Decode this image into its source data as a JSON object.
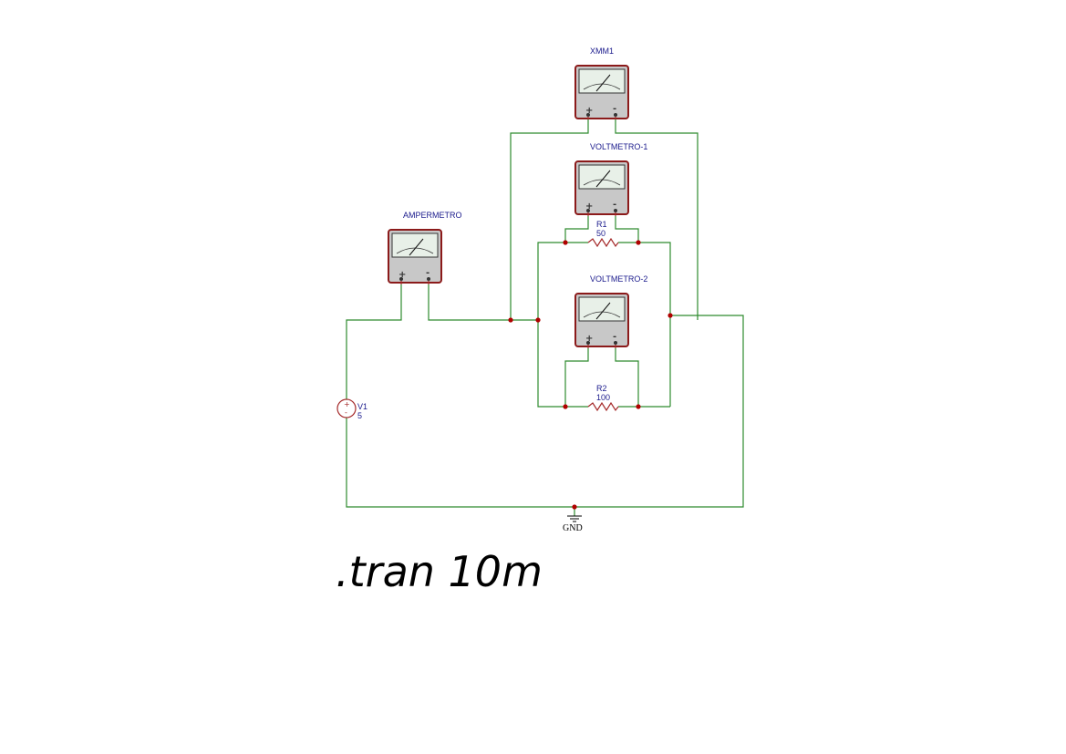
{
  "schematic": {
    "meters": {
      "xmm1": {
        "label": "XMM1"
      },
      "voltmetro1": {
        "label": "VOLTMETRO-1"
      },
      "voltmetro2": {
        "label": "VOLTMETRO-2"
      },
      "ampermetro": {
        "label": "AMPERMETRO"
      }
    },
    "meter_terminals": {
      "plus": "+",
      "minus": "-"
    },
    "resistors": {
      "r1": {
        "ref": "R1",
        "value": "50"
      },
      "r2": {
        "ref": "R2",
        "value": "100"
      }
    },
    "source": {
      "ref": "V1",
      "value": "5",
      "plus": "+",
      "minus": "-"
    },
    "ground": {
      "label": "GND"
    },
    "directive": ".tran 10m",
    "colors": {
      "wire": "#2e8b2e",
      "component": "#a52a2a",
      "junction": "#b00000",
      "label": "#1a1a8c"
    }
  }
}
